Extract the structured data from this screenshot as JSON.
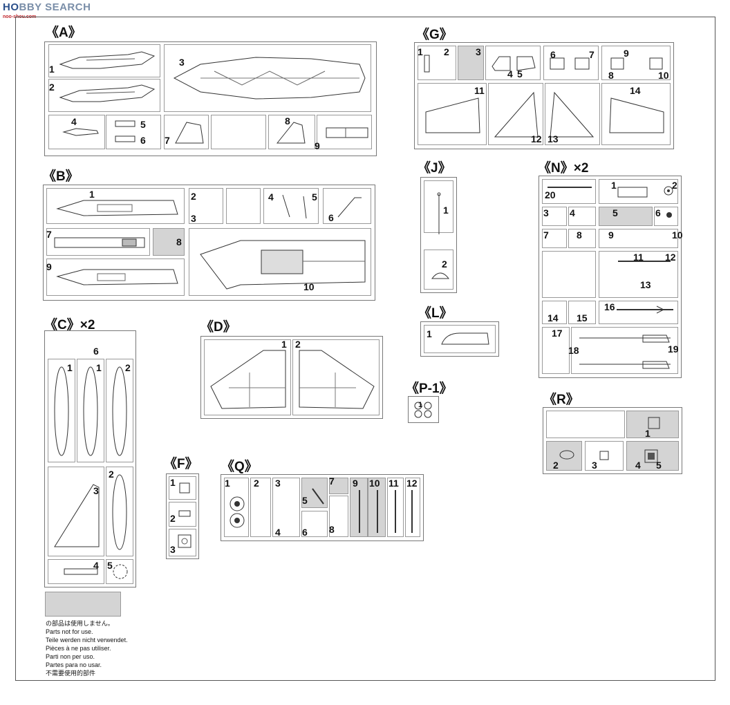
{
  "watermark": {
    "brand": "HOBBY SEARCH",
    "brand_prefix": "HO",
    "brand_rest": "BBY SEARCH",
    "site": "noo-shou.com"
  },
  "sprues": {
    "A": {
      "title": "《A》",
      "parts": [
        "1",
        "2",
        "3",
        "4",
        "5",
        "6",
        "7",
        "8",
        "9"
      ]
    },
    "B": {
      "title": "《B》",
      "parts": [
        "1",
        "2",
        "3",
        "4",
        "5",
        "6",
        "7",
        "8",
        "9",
        "10"
      ]
    },
    "C": {
      "title": "《C》×2",
      "parts": [
        "1",
        "1",
        "2",
        "2",
        "3",
        "4",
        "5",
        "6"
      ]
    },
    "D": {
      "title": "《D》",
      "parts": [
        "1",
        "2"
      ]
    },
    "F": {
      "title": "《F》",
      "parts": [
        "1",
        "2",
        "3"
      ]
    },
    "G": {
      "title": "《G》",
      "parts": [
        "1",
        "2",
        "3",
        "4",
        "5",
        "6",
        "7",
        "8",
        "9",
        "10",
        "11",
        "12",
        "13",
        "14"
      ]
    },
    "J": {
      "title": "《J》",
      "parts": [
        "1",
        "2"
      ]
    },
    "L": {
      "title": "《L》",
      "parts": [
        "1"
      ]
    },
    "N": {
      "title": "《N》×2",
      "parts": [
        "1",
        "2",
        "3",
        "4",
        "5",
        "6",
        "7",
        "8",
        "9",
        "10",
        "11",
        "12",
        "13",
        "14",
        "15",
        "16",
        "17",
        "18",
        "19",
        "20"
      ]
    },
    "P1": {
      "title": "《P-1》",
      "parts": [
        "1"
      ]
    },
    "Q": {
      "title": "《Q》",
      "parts": [
        "1",
        "2",
        "3",
        "4",
        "5",
        "6",
        "7",
        "8",
        "9",
        "10",
        "11",
        "12"
      ]
    },
    "R": {
      "title": "《R》",
      "parts": [
        "1",
        "2",
        "3",
        "4",
        "5"
      ]
    }
  },
  "notes": [
    "の部品は使用しません。",
    "Parts not for use.",
    "Teile werden nicht verwendet.",
    "Pièces à ne pas utiliser.",
    "Parti non per uso.",
    "Partes para no usar.",
    "不需要使用的部件"
  ],
  "colors": {
    "line": "#555555",
    "cell": "#999999",
    "unused_shade": "#d4d4d4",
    "watermark_blue": "#2a4f8a",
    "watermark_red": "#c1272d"
  }
}
